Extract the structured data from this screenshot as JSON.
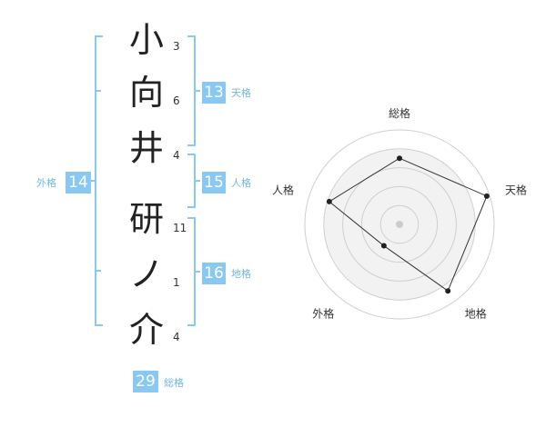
{
  "name": {
    "chars": [
      {
        "char": "小",
        "strokes": "3"
      },
      {
        "char": "向",
        "strokes": "6"
      },
      {
        "char": "井",
        "strokes": "4"
      },
      {
        "char": "研",
        "strokes": "11"
      },
      {
        "char": "ノ",
        "strokes": "1"
      },
      {
        "char": "介",
        "strokes": "4"
      }
    ]
  },
  "kaku": {
    "tenkaku": {
      "value": "13",
      "label": "天格"
    },
    "jinkaku": {
      "value": "15",
      "label": "人格"
    },
    "chikaku": {
      "value": "16",
      "label": "地格"
    },
    "gaikaku": {
      "value": "14",
      "label": "外格"
    },
    "soukaku": {
      "value": "29",
      "label": "総格"
    }
  },
  "colors": {
    "accent": "#88c8f2",
    "bracket": "#88c8f2",
    "label": "#6fb6e8"
  },
  "chart_data": {
    "type": "radar",
    "axes": [
      "総格",
      "天格",
      "地格",
      "外格",
      "人格"
    ],
    "values": [
      0.7,
      0.97,
      0.87,
      0.28,
      0.78
    ],
    "rings": 5
  }
}
